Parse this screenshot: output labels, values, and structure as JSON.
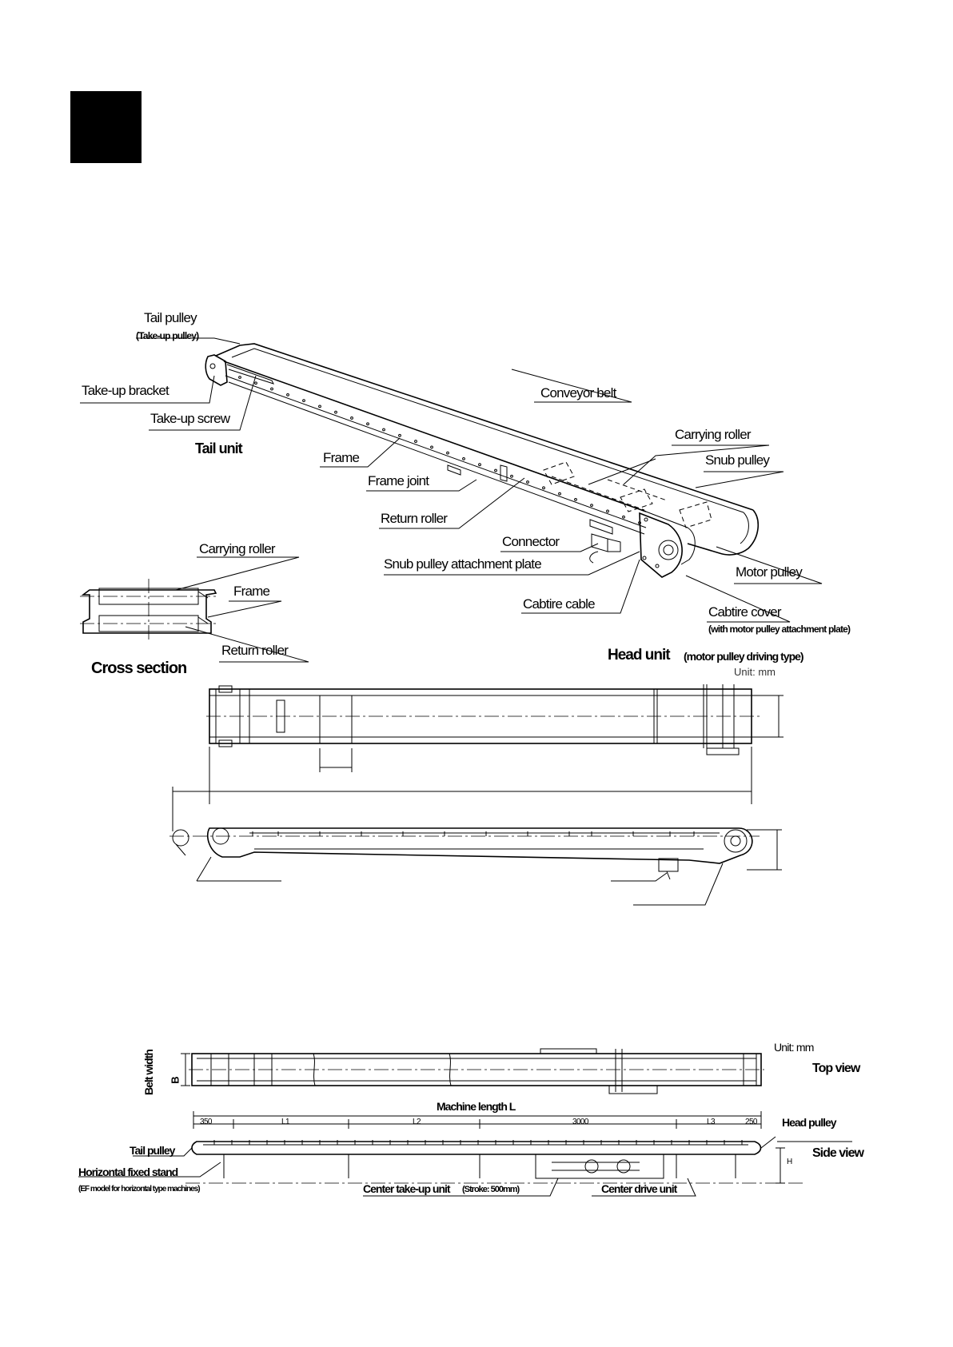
{
  "labels": {
    "tail_pulley": "Tail pulley",
    "take_up_pulley": "(Take-up pulley)",
    "take_up_bracket": "Take-up bracket",
    "take_up_screw": "Take-up screw",
    "tail_unit": "Tail unit",
    "frame": "Frame",
    "frame_joint": "Frame joint",
    "return_roller": "Return roller",
    "conveyor_belt": "Conveyor belt",
    "carrying_roller": "Carrying roller",
    "snub_pulley": "Snub pulley",
    "connector": "Connector",
    "snub_pulley_attachment_plate": "Snub pulley attachment plate",
    "motor_pulley": "Motor pulley",
    "cabtire_cable": "Cabtire cable",
    "cabtire_cover": "Cabtire cover",
    "cabtire_cover_note": "(with motor pulley attachment plate)",
    "head_unit": "Head unit",
    "head_unit_note": "(motor pulley driving type)",
    "unit_mm_1": "Unit: mm"
  },
  "cross_section": {
    "carrying_roller": "Carrying roller",
    "frame": "Frame",
    "return_roller": "Return roller",
    "title": "Cross section"
  },
  "bottom": {
    "unit_mm": "Unit: mm",
    "top_view": "Top view",
    "side_view": "Side view",
    "belt_width": "Belt width",
    "belt_width_symbol": "B",
    "machine_length": "Machine length L",
    "dim_350": "350",
    "dim_l1": "L1",
    "dim_l2": "L2",
    "dim_3000": "3000",
    "dim_l3": "L3",
    "dim_250": "250",
    "head_pulley": "Head pulley",
    "tail_pulley": "Tail pulley",
    "horizontal_fixed_stand": "Horizontal fixed stand",
    "ef_model_note": "(EF model for horizontal type machines)",
    "center_take_up_unit": "Center take-up unit",
    "stroke_note": "(Stroke: 500mm)",
    "center_drive_unit": "Center drive unit",
    "height_symbol": "H"
  }
}
